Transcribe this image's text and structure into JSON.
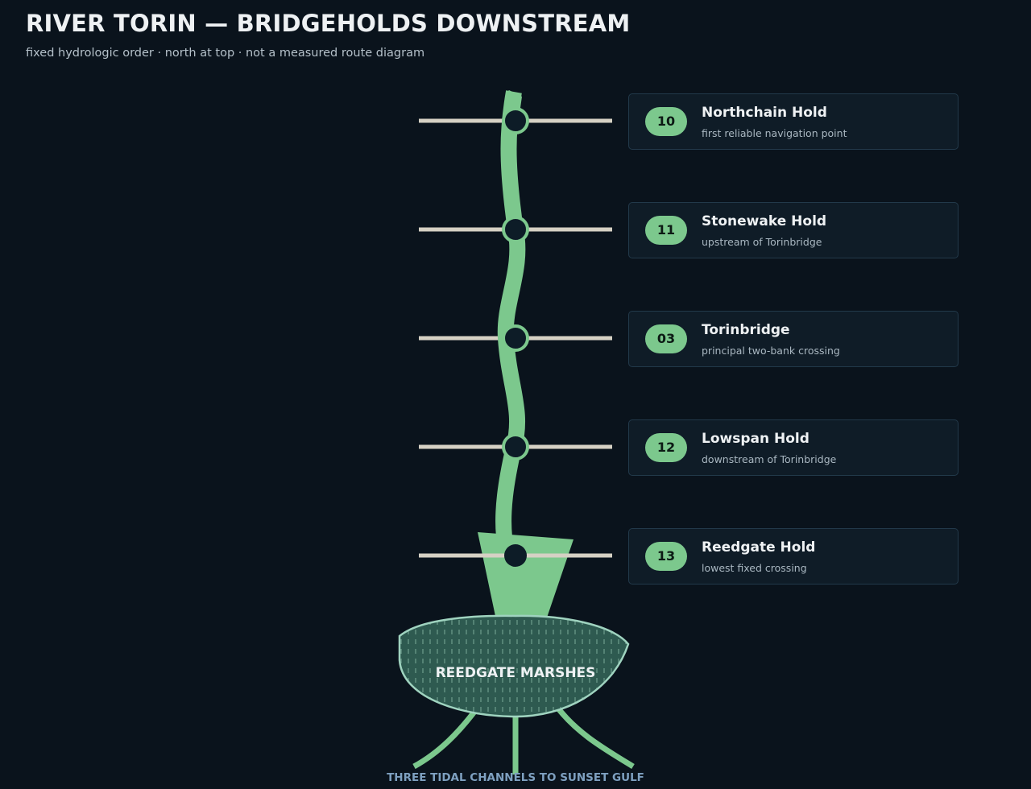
{
  "header": {
    "title": "RIVER TORIN — BRIDGEHOLDS DOWNSTREAM",
    "subtitle": "fixed hydrologic order · north at top · not a measured route diagram"
  },
  "bridgeholds": [
    {
      "number": "10",
      "name": "Northchain Hold",
      "note": "first reliable navigation point"
    },
    {
      "number": "11",
      "name": "Stonewake Hold",
      "note": "upstream of Torinbridge"
    },
    {
      "number": "03",
      "name": "Torinbridge",
      "note": "principal two-bank crossing"
    },
    {
      "number": "12",
      "name": "Lowspan Hold",
      "note": "downstream of Torinbridge"
    },
    {
      "number": "13",
      "name": "Reedgate Hold",
      "note": "lowest fixed crossing"
    }
  ],
  "marsh": {
    "label": "REEDGATE MARSHES"
  },
  "outflow": {
    "label": "THREE TIDAL CHANNELS TO SUNSET GULF"
  },
  "colors": {
    "background": "#0a131c",
    "river": "#7cc88d",
    "bridge": "#d6d1c4",
    "marsh_fill": "#2e5a50",
    "marsh_edge": "#9fd3bf",
    "card_bg": "#0f1c27",
    "card_border": "#22394a",
    "outflow_label": "#7ea0c0"
  }
}
